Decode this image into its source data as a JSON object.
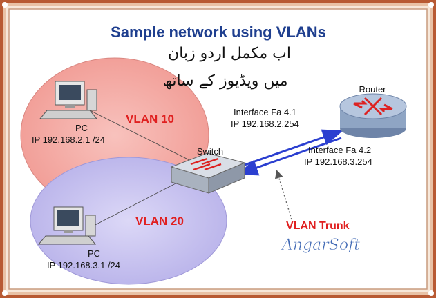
{
  "title": "Sample network using VLANs",
  "overlay_text": {
    "line1": "اب مکمل اردو زبان",
    "line2": "میں ویڈیوز کے ساتھ"
  },
  "router": {
    "label": "Router"
  },
  "switch": {
    "label": "Switch"
  },
  "interfaces": {
    "fa41": {
      "name": "Interface Fa 4.1",
      "ip": "IP 192.168.2.254"
    },
    "fa42": {
      "name": "Interface Fa 4.2",
      "ip": "IP 192.168.3.254"
    }
  },
  "vlans": [
    {
      "label": "VLAN 10",
      "pc_label": "PC",
      "pc_ip": "IP 192.168.2.1 /24"
    },
    {
      "label": "VLAN 20",
      "pc_label": "PC",
      "pc_ip": "IP 192.168.3.1 /24"
    }
  ],
  "trunk_label": "VLAN Trunk",
  "watermark": "AngarSoft",
  "colors": {
    "frame_outer": "#c0623a",
    "frame_inner": "#f3d9c6",
    "title": "#1f3f8f",
    "vlan_label": "#e02020",
    "trunk_label": "#e02020",
    "vlan10_fill": "#f4a8a2",
    "vlan20_fill": "#c7c2ef",
    "trunk_line": "#2b3fd0",
    "router_body": "#8fa5c4",
    "watermark": "#1e4fa8"
  }
}
